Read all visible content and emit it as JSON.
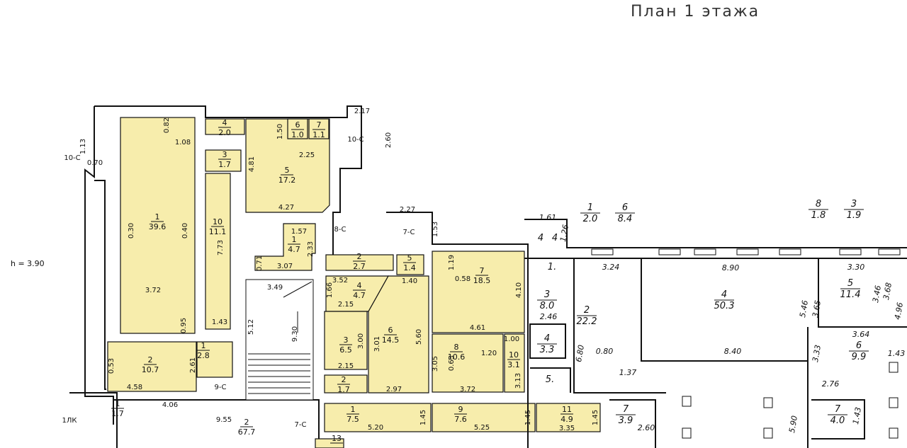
{
  "title": "План 1 этажа",
  "height_note": "h = 3.90",
  "colors": {
    "room_fill": "#f7edac",
    "wall": "#111111",
    "background": "#ffffff"
  },
  "rooms": [
    {
      "id": "1",
      "no": "1",
      "area": "39.6"
    },
    {
      "id": "2",
      "no": "2",
      "area": "10.7"
    },
    {
      "id": "1b",
      "no": "1",
      "area": "2.8"
    },
    {
      "id": "4",
      "no": "4",
      "area": "2.0"
    },
    {
      "id": "3",
      "no": "3",
      "area": "1.7"
    },
    {
      "id": "10",
      "no": "10",
      "area": "11.1"
    },
    {
      "id": "5",
      "no": "5",
      "area": "17.2"
    },
    {
      "id": "6",
      "no": "6",
      "area": "1.0"
    },
    {
      "id": "7",
      "no": "7",
      "area": "1.1"
    },
    {
      "id": "1c",
      "no": "1",
      "area": "4.7"
    },
    {
      "id": "2b",
      "no": "2",
      "area": "2.7"
    },
    {
      "id": "5b",
      "no": "5",
      "area": "1.4"
    },
    {
      "id": "4b",
      "no": "4",
      "area": "4.7"
    },
    {
      "id": "3b",
      "no": "3",
      "area": "6.5"
    },
    {
      "id": "6b",
      "no": "6",
      "area": "14.5"
    },
    {
      "id": "2c",
      "no": "2",
      "area": "1.7"
    },
    {
      "id": "7b",
      "no": "7",
      "area": "18.5"
    },
    {
      "id": "8",
      "no": "8",
      "area": "10.6"
    },
    {
      "id": "10b",
      "no": "10",
      "area": "3.1"
    },
    {
      "id": "1d",
      "no": "1",
      "area": "7.5"
    },
    {
      "id": "9",
      "no": "9",
      "area": "7.6"
    },
    {
      "id": "11",
      "no": "11",
      "area": "4.9"
    },
    {
      "id": "2d",
      "no": "2",
      "area": "67.7"
    },
    {
      "id": "1e",
      "no": "1",
      "area": "1.7"
    },
    {
      "id": "13",
      "no": "13",
      "area": ""
    }
  ],
  "right_rooms": [
    {
      "no": "1",
      "area": "2.0"
    },
    {
      "no": "6",
      "area": "8.4"
    },
    {
      "no": "8",
      "area": "1.8"
    },
    {
      "no": "3",
      "area": "1.9"
    },
    {
      "no": "3",
      "area": "8.0"
    },
    {
      "no": "2",
      "area": "22.2"
    },
    {
      "no": "4",
      "area": "3.3"
    },
    {
      "no": "4",
      "area": "50.3"
    },
    {
      "no": "5",
      "area": "11.4"
    },
    {
      "no": "6",
      "area": "9.9"
    },
    {
      "no": "7",
      "area": "3.9"
    },
    {
      "no": "7",
      "area": "4.0"
    }
  ],
  "right_extra": [
    "4",
    "4",
    "1.",
    "5."
  ],
  "dimensions": [
    "0.82",
    "1.08",
    "1.13",
    "0.70",
    "0.30",
    "0.40",
    "3.72",
    "0.95",
    "1.43",
    "7.73",
    "0.53",
    "4.58",
    "2.61",
    "4.06",
    "9.55",
    "1.50",
    "2.25",
    "4.81",
    "4.27",
    "2.17",
    "2.60",
    "1.57",
    "2.33",
    "0.71",
    "3.07",
    "2.27",
    "1.53",
    "3.49",
    "5.12",
    "9.30",
    "3.52",
    "1.66",
    "2.15",
    "3.00",
    "3.01",
    "2.15",
    "5.60",
    "1.40",
    "1.19",
    "0.58",
    "4.10",
    "4.61",
    "1.00",
    "1.20",
    "3.05",
    "0.63",
    "3.72",
    "3.13",
    "2.97",
    "1.45",
    "5.20",
    "5.25",
    "1.45",
    "3.35",
    "1.45"
  ],
  "right_dimensions": [
    "1.61",
    "1.26",
    "3.24",
    "8.90",
    "3.30",
    "2.46",
    "6.80",
    "0.80",
    "3.46",
    "3.68",
    "5.46",
    "3.65",
    "8.40",
    "3.64",
    "1.43",
    "3.33",
    "4.96",
    "1.37",
    "2.76",
    "2.60",
    "5.90",
    "1.43"
  ],
  "stair_labels": [
    "8-С",
    "7-С",
    "9-С",
    "10-С",
    "10-С",
    "7-С",
    "1ЛК"
  ]
}
